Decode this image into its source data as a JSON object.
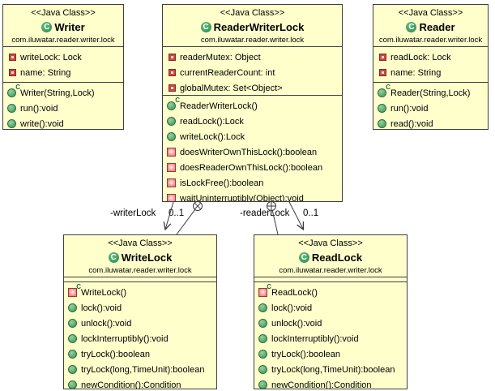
{
  "icons": {
    "class_letter": "C",
    "constructor_letter": "C"
  },
  "colors": {
    "class_fill": "#FFFFCC",
    "class_border": "#3F3F3F",
    "edge_line": "#3A3A3A",
    "public_green": "#3F9154",
    "private_red": "#C74A40"
  },
  "classes": {
    "writer": {
      "stereotype": "<<Java Class>>",
      "name": "Writer",
      "package": "com.iluwatar.reader.writer.lock",
      "fields": [
        {
          "label": "writeLock: Lock"
        },
        {
          "label": "name: String"
        }
      ],
      "methods": [
        {
          "label": "Writer(String,Lock)",
          "kind": "public-constructor"
        },
        {
          "label": "run():void",
          "kind": "public"
        },
        {
          "label": "write():void",
          "kind": "public"
        }
      ]
    },
    "reader_writer_lock": {
      "stereotype": "<<Java Class>>",
      "name": "ReaderWriterLock",
      "package": "com.iluwatar.reader.writer.lock",
      "fields": [
        {
          "label": "readerMutex: Object"
        },
        {
          "label": "currentReaderCount: int"
        },
        {
          "label": "globalMutex: Set<Object>"
        }
      ],
      "methods": [
        {
          "label": "ReaderWriterLock()",
          "kind": "public-constructor"
        },
        {
          "label": "readLock():Lock",
          "kind": "public"
        },
        {
          "label": "writeLock():Lock",
          "kind": "public"
        },
        {
          "label": "doesWriterOwnThisLock():boolean",
          "kind": "private"
        },
        {
          "label": "doesReaderOwnThisLock():boolean",
          "kind": "private"
        },
        {
          "label": "isLockFree():boolean",
          "kind": "private"
        },
        {
          "label": "waitUninterruptibly(Object):void",
          "kind": "private"
        }
      ]
    },
    "reader": {
      "stereotype": "<<Java Class>>",
      "name": "Reader",
      "package": "com.iluwatar.reader.writer.lock",
      "fields": [
        {
          "label": "readLock: Lock"
        },
        {
          "label": "name: String"
        }
      ],
      "methods": [
        {
          "label": "Reader(String,Lock)",
          "kind": "public-constructor"
        },
        {
          "label": "run():void",
          "kind": "public"
        },
        {
          "label": "read():void",
          "kind": "public"
        }
      ]
    },
    "write_lock": {
      "stereotype": "<<Java Class>>",
      "name": "WriteLock",
      "package": "com.iluwatar.reader.writer.lock",
      "fields": [],
      "methods": [
        {
          "label": "WriteLock()",
          "kind": "private-constructor"
        },
        {
          "label": "lock():void",
          "kind": "public"
        },
        {
          "label": "unlock():void",
          "kind": "public"
        },
        {
          "label": "lockInterruptibly():void",
          "kind": "public"
        },
        {
          "label": "tryLock():boolean",
          "kind": "public"
        },
        {
          "label": "tryLock(long,TimeUnit):boolean",
          "kind": "public"
        },
        {
          "label": "newCondition():Condition",
          "kind": "public"
        }
      ]
    },
    "read_lock": {
      "stereotype": "<<Java Class>>",
      "name": "ReadLock",
      "package": "com.iluwatar.reader.writer.lock",
      "fields": [],
      "methods": [
        {
          "label": "ReadLock()",
          "kind": "private-constructor"
        },
        {
          "label": "lock():void",
          "kind": "public"
        },
        {
          "label": "unlock():void",
          "kind": "public"
        },
        {
          "label": "lockInterruptibly():void",
          "kind": "public"
        },
        {
          "label": "tryLock():boolean",
          "kind": "public"
        },
        {
          "label": "tryLock(long,TimeUnit):boolean",
          "kind": "public"
        },
        {
          "label": "newCondition():Condition",
          "kind": "public"
        }
      ]
    }
  },
  "connections": {
    "writer_lock": {
      "label": "-writerLock",
      "multiplicity": "0..1"
    },
    "reader_lock": {
      "label": "-readerLock",
      "multiplicity": "0..1"
    }
  }
}
